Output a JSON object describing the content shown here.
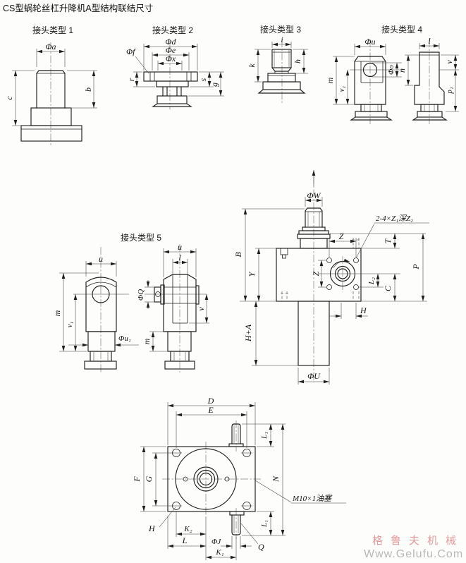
{
  "title": "CS型蜗轮丝杠升降机A型结构联结尺寸",
  "watermark": {
    "brand": "格鲁夫机械",
    "url": "Www.Gelufu.Com"
  },
  "joint1": {
    "label": "接头类型 1",
    "phi_a": "Φa",
    "b": "b",
    "c": "c"
  },
  "joint2": {
    "label": "接头类型 2",
    "phi_d": "Φd",
    "phi_e": "Φe",
    "phi_x": "Φx",
    "phi_f": "Φf",
    "r": "r",
    "s": "s",
    "g": "g"
  },
  "joint3": {
    "label": "接头类型 3",
    "i": "i",
    "k": "k",
    "h": "h"
  },
  "joint4": {
    "label": "接头类型 4",
    "phi_u": "Φu",
    "phi_o": "Φo",
    "m": "m",
    "v1": "v₁",
    "l": "l",
    "n": "n",
    "v": "v",
    "p1": "p₁"
  },
  "joint5": {
    "label": "接头类型 5",
    "u_left": "u",
    "m_left": "m",
    "v1": "v₁",
    "phi_u1": "Φu₁",
    "u_right": "u",
    "l": "l",
    "phi_q": "ΦQ",
    "v": "v",
    "m_right": "m"
  },
  "main_view": {
    "phi_w": "ΦW",
    "tap_note": "2-4×Z₁深Z₂",
    "z_h": "Z",
    "z_v": "Z",
    "t": "T",
    "p": "P",
    "b": "B",
    "y": "Y",
    "l2": "L₂",
    "c": "C",
    "h": "H",
    "h_plus_a": "H+A",
    "phi_u": "ΦU"
  },
  "bottom_view": {
    "d": "D",
    "e": "E",
    "f": "F",
    "g": "G",
    "h": "H",
    "k2": "K₂",
    "l": "L",
    "phi_j": "ΦJ",
    "k1": "K₁",
    "q": "Q",
    "l1_top": "L₁",
    "l1_bottom": "L₁",
    "n": "N",
    "oil_note": "M10×1油塞"
  }
}
